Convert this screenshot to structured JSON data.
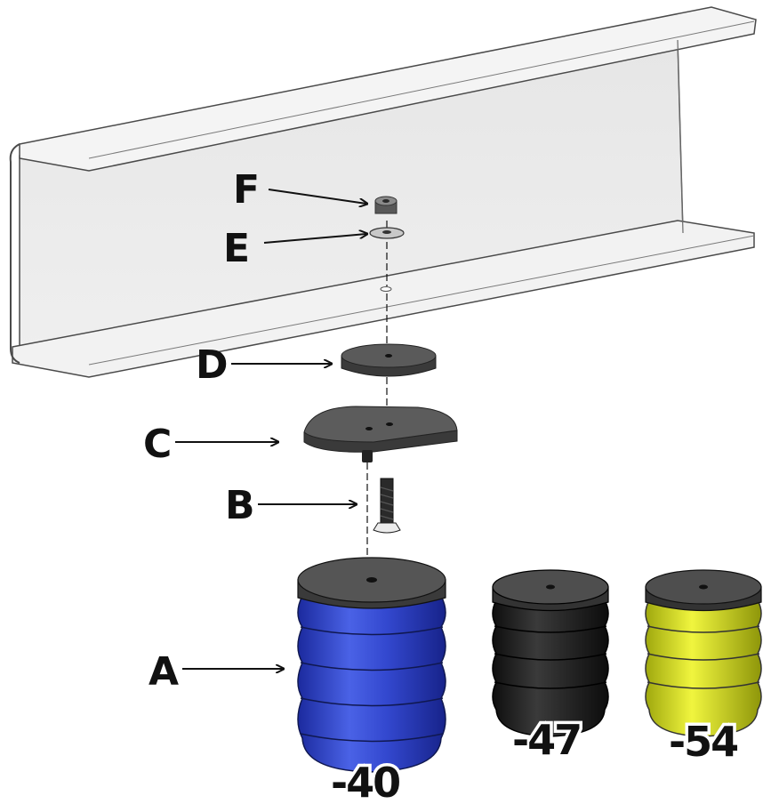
{
  "callouts": {
    "a": "A",
    "b": "B",
    "c": "C",
    "d": "D",
    "e": "E",
    "f": "F"
  },
  "variants": [
    {
      "label": "-40",
      "color": "#3f55d6"
    },
    {
      "label": "-47",
      "color": "#2a2a2a"
    },
    {
      "label": "-54",
      "color": "#e6ee2c"
    }
  ],
  "colors": {
    "channel": "#eaeaea",
    "channel_edge": "#4a4a4a",
    "part_dark": "#454545",
    "part_top": "#5e5e5e"
  }
}
